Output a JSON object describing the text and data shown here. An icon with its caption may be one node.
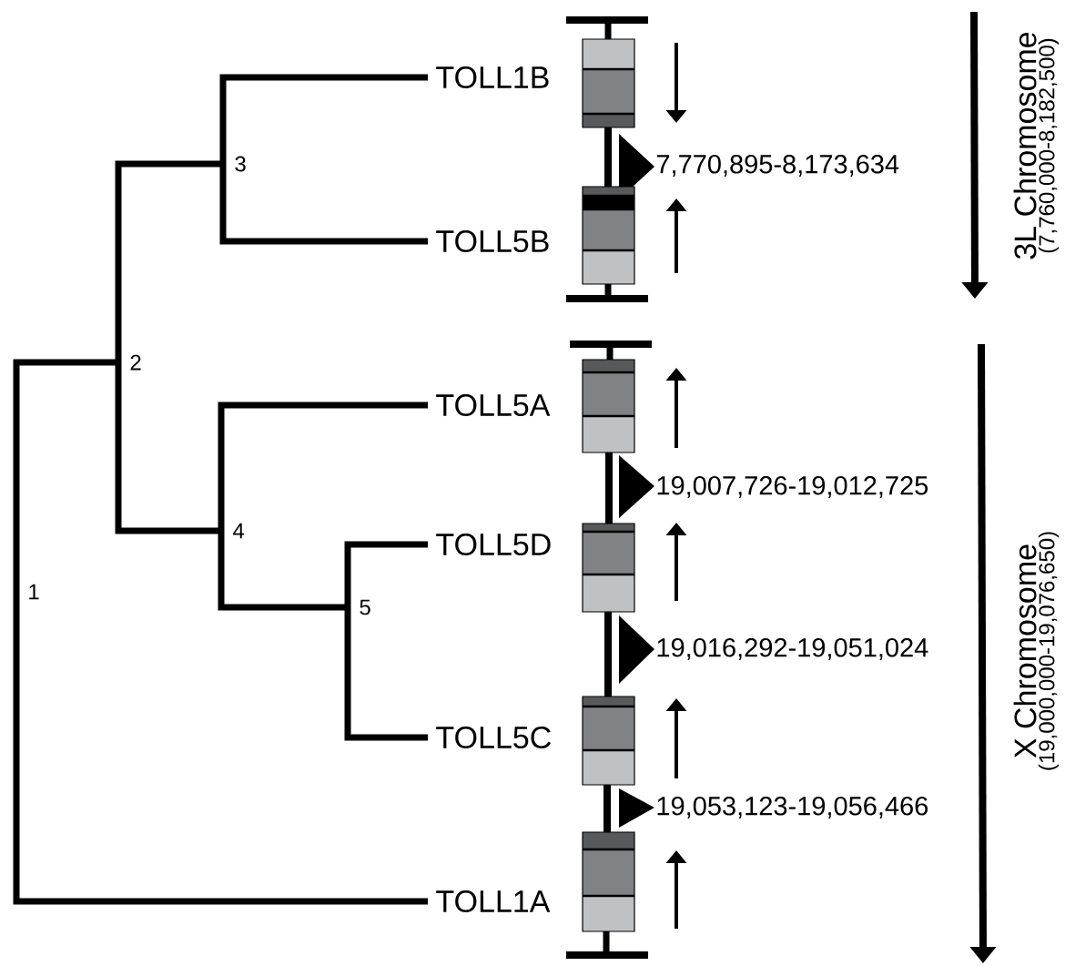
{
  "diagram": {
    "nodes": [
      {
        "text": [
          "TOLL1B"
        ]
      },
      {
        "text": [
          "TOLL5B"
        ]
      },
      {
        "text": [
          "TOLL5A"
        ]
      },
      {
        "text": [
          "TOLL5D"
        ]
      },
      {
        "text": [
          "TOLL5C"
        ]
      },
      {
        "text": [
          "TOLL1A"
        ]
      },
      {
        "text": [
          "1"
        ]
      },
      {
        "text": [
          "2"
        ]
      },
      {
        "text": [
          "3"
        ]
      },
      {
        "text": [
          "4"
        ]
      },
      {
        "text": [
          "5"
        ]
      }
    ],
    "edges": [
      {
        "from": 6,
        "to": 7,
        "arrow": "none"
      },
      {
        "from": 6,
        "to": 5,
        "arrow": "none"
      },
      {
        "from": 7,
        "to": 8,
        "arrow": "none"
      },
      {
        "from": 7,
        "to": 9,
        "arrow": "none"
      },
      {
        "from": 8,
        "to": 0,
        "arrow": "none"
      },
      {
        "from": 8,
        "to": 1,
        "arrow": "none"
      },
      {
        "from": 9,
        "to": 2,
        "arrow": "none"
      },
      {
        "from": 9,
        "to": 10,
        "arrow": "none"
      },
      {
        "from": 10,
        "to": 3,
        "arrow": "none"
      },
      {
        "from": 10,
        "to": 4,
        "arrow": "none"
      }
    ],
    "labels": [
      "7,770,895-8,173,634",
      "3L Chromosome",
      "(7,760,000-8,182,500)",
      "19,007,726-19,012,725",
      "19,016,292-19,051,024",
      "19,053,123-19,056,466",
      "X Chromosome",
      "(19,000,000-19,076,650)"
    ]
  }
}
